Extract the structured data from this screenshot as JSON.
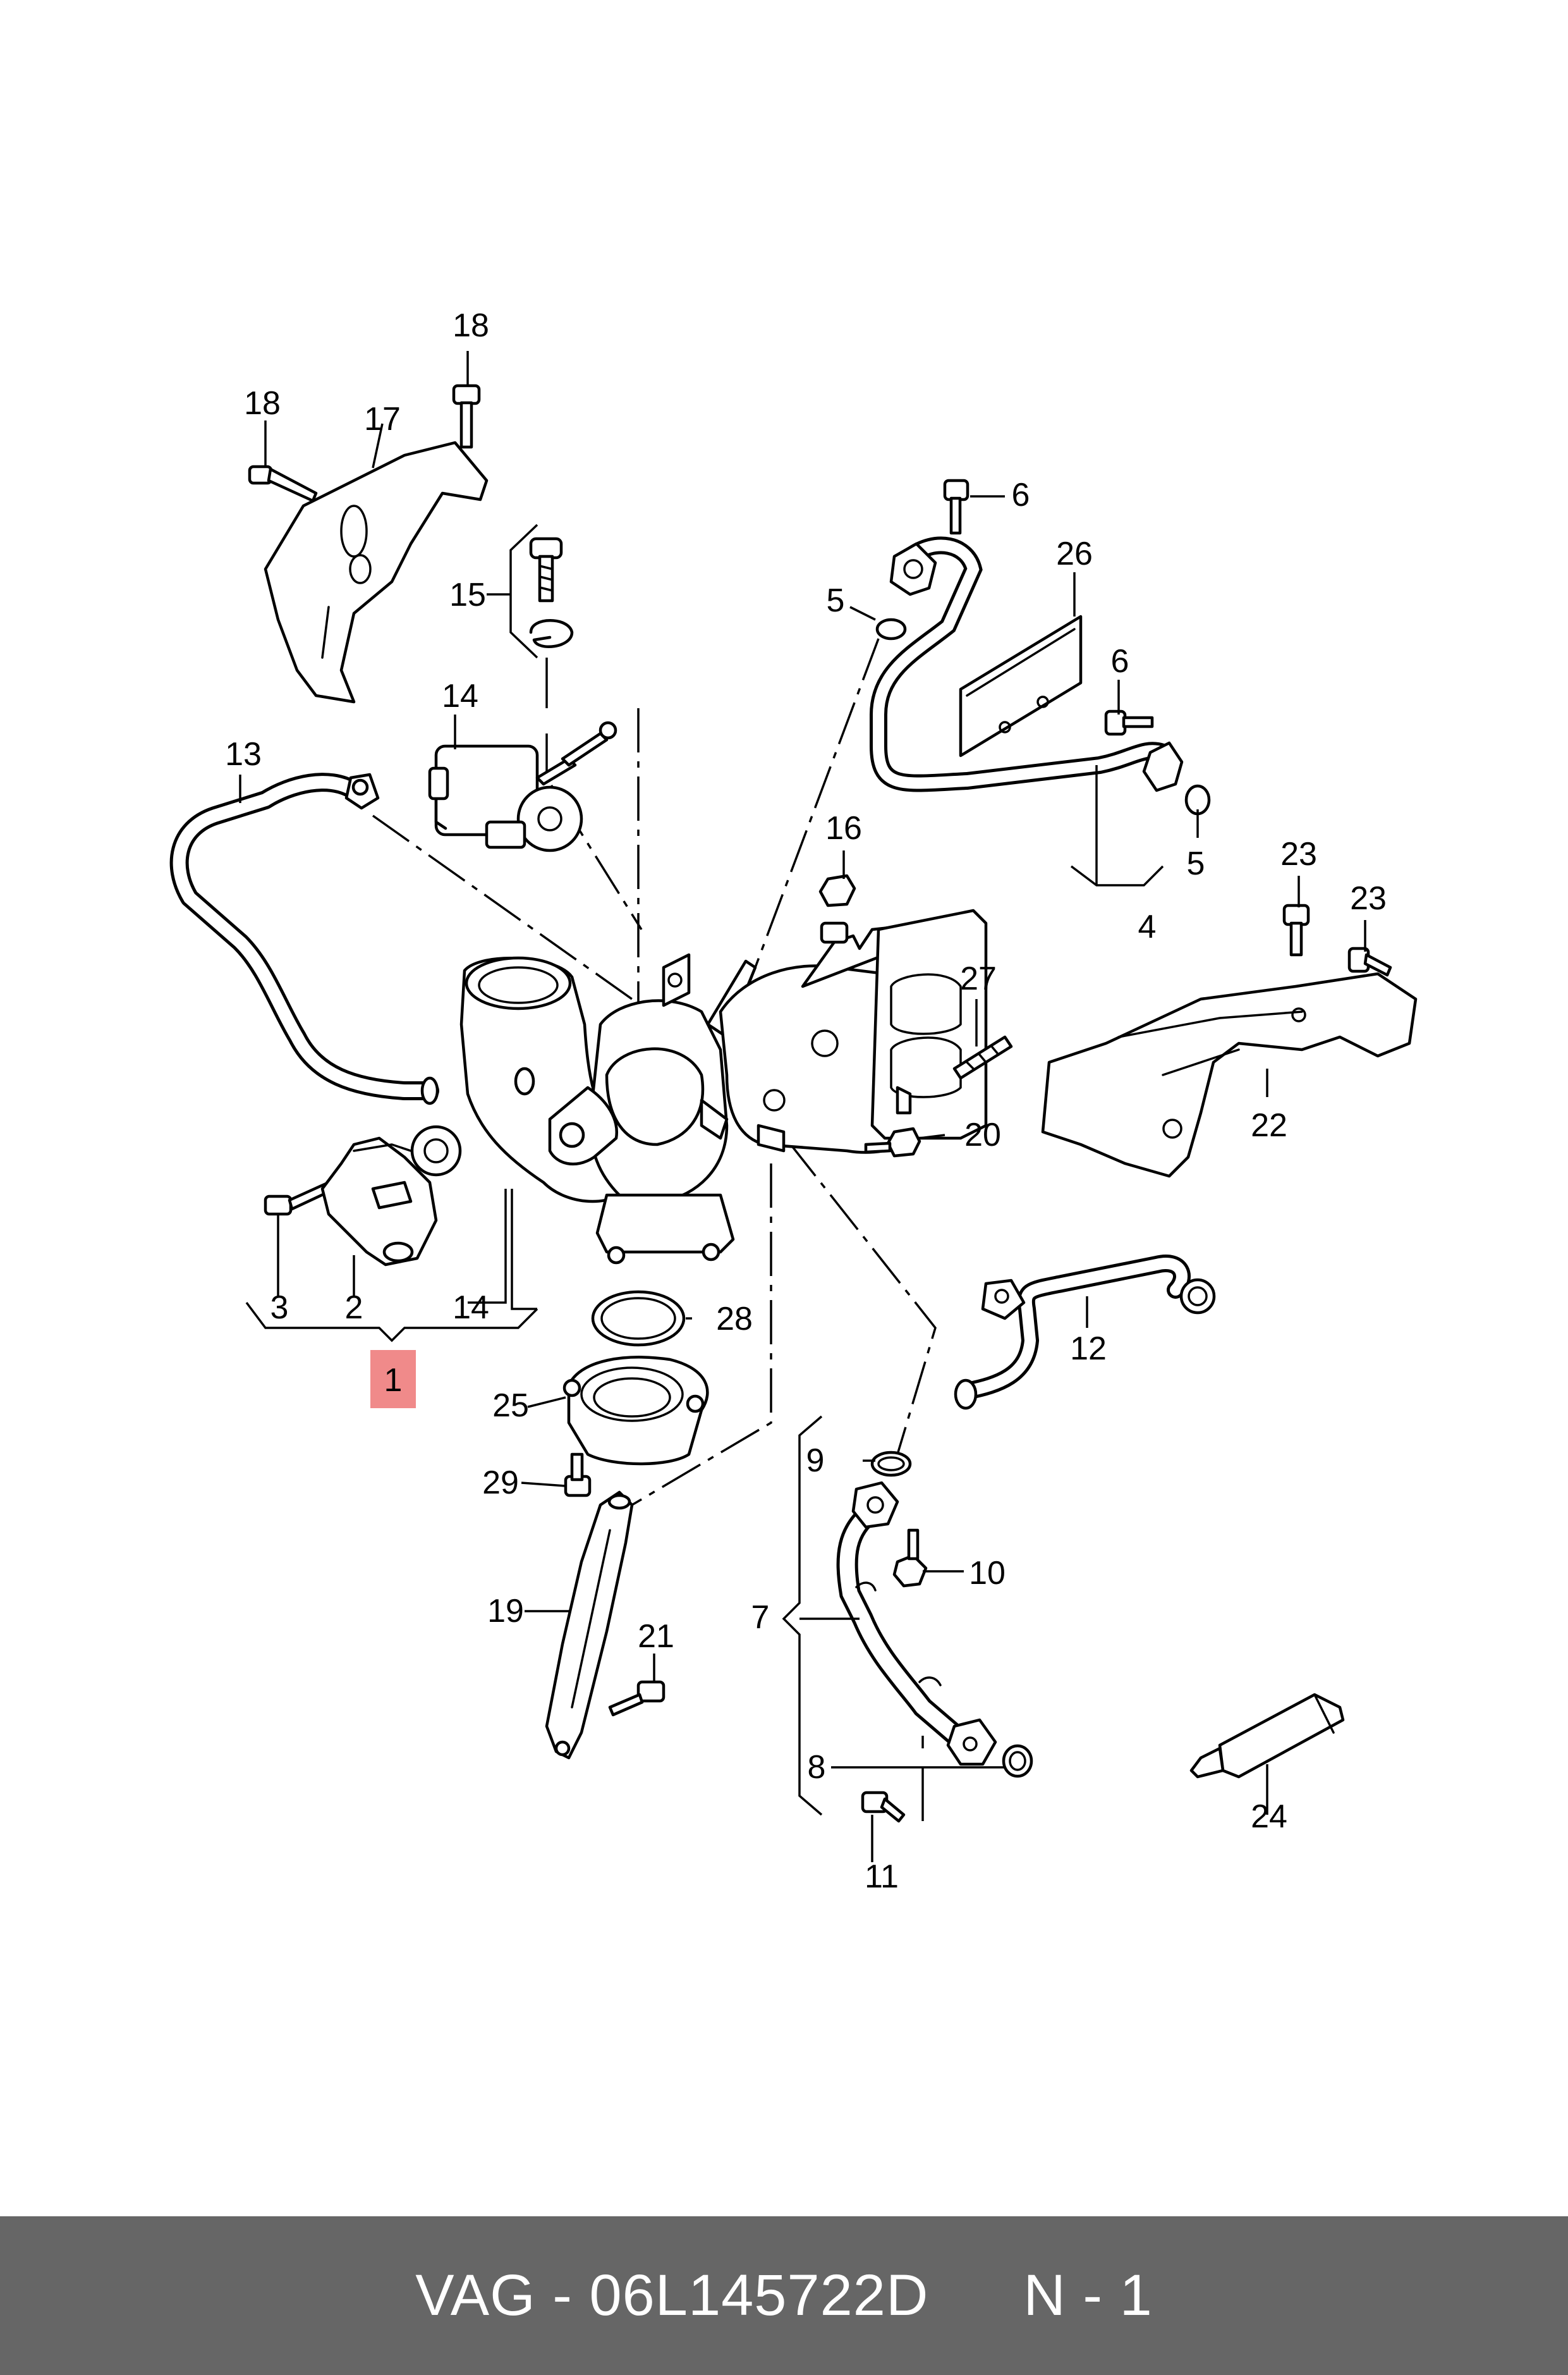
{
  "footer": {
    "brand_part": "VAG - 06L145722D",
    "ref": "N - 1"
  },
  "callouts": [
    "1",
    "2",
    "3",
    "4",
    "5",
    "5",
    "6",
    "6",
    "7",
    "8",
    "9",
    "10",
    "11",
    "12",
    "13",
    "14",
    "14",
    "15",
    "16",
    "17",
    "18",
    "18",
    "19",
    "20",
    "21",
    "22",
    "23",
    "23",
    "24",
    "25",
    "26",
    "27",
    "28",
    "29"
  ],
  "highlight": {
    "label": "1",
    "color": "#f08a8a"
  }
}
